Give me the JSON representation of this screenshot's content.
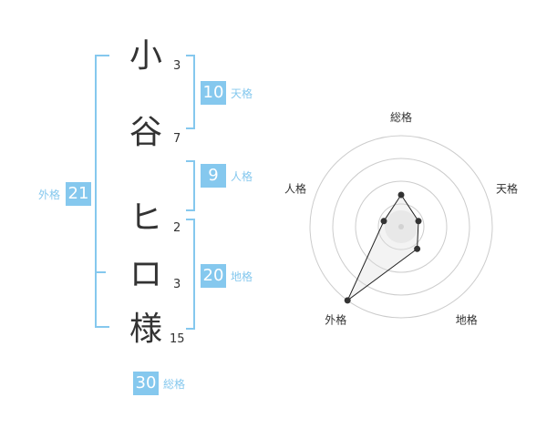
{
  "name": {
    "chars": [
      "小",
      "谷",
      "ヒ",
      "ロ",
      "様"
    ],
    "strokes": [
      "3",
      "7",
      "2",
      "3",
      "15"
    ]
  },
  "fortune": {
    "tenkaku": {
      "value": "10",
      "label": "天格"
    },
    "jinkaku": {
      "value": "9",
      "label": "人格"
    },
    "chikaku": {
      "value": "20",
      "label": "地格"
    },
    "gaikaku": {
      "value": "21",
      "label": "外格"
    },
    "soukaku": {
      "value": "30",
      "label": "総格"
    }
  },
  "colors": {
    "accent": "#85c8ee",
    "text": "#333333",
    "grid": "#cccccc"
  },
  "chart_data": {
    "type": "radar",
    "axes": [
      "総格",
      "天格",
      "地格",
      "外格",
      "人格"
    ],
    "values": [
      0.35,
      0.2,
      0.3,
      1.0,
      0.2
    ],
    "rings": 4,
    "range": [
      0,
      1
    ]
  }
}
